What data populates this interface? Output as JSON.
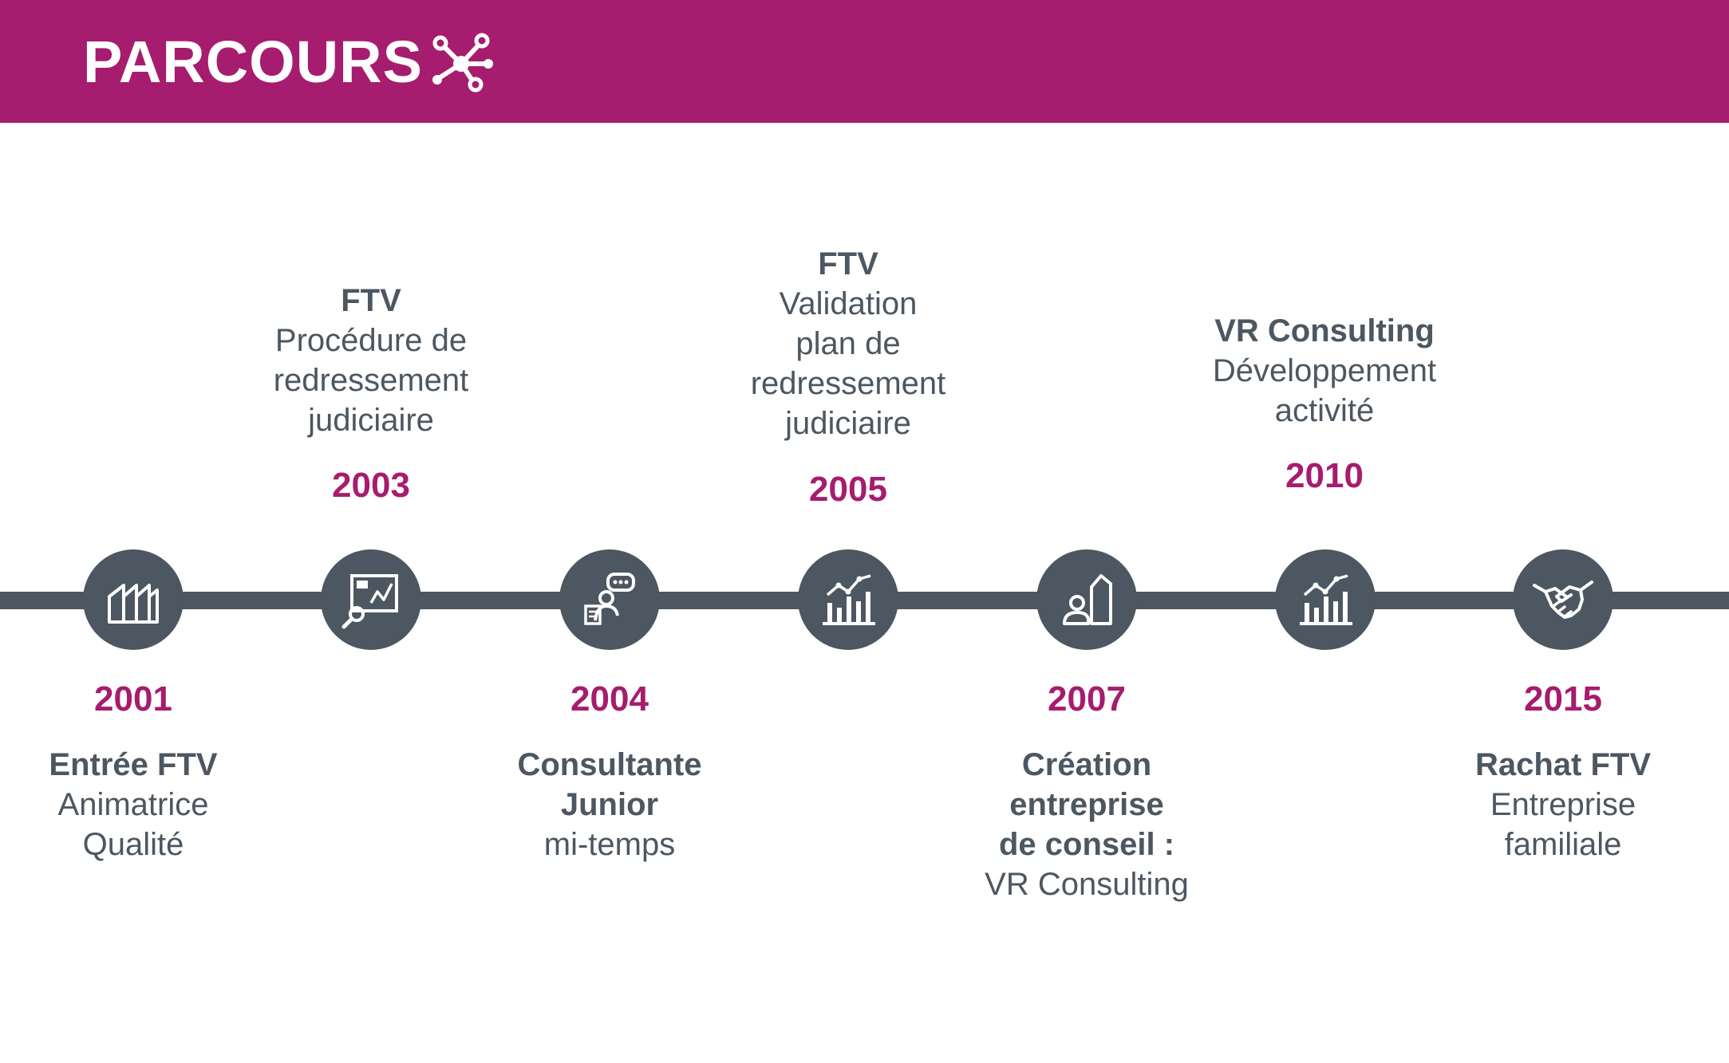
{
  "header": {
    "title": "PARCOURS",
    "icon": "network-icon",
    "background": "#a61c6e"
  },
  "colors": {
    "accent": "#a61c6e",
    "line": "#4d5761",
    "text": "#4d5761"
  },
  "events": [
    {
      "year": "2001",
      "position": "below",
      "icon": "factory-icon",
      "bold_lines": [
        "Entrée FTV"
      ],
      "normal_lines": [
        "Animatrice",
        "Qualité"
      ]
    },
    {
      "year": "2003",
      "position": "above",
      "icon": "chart-analysis-icon",
      "bold_lines": [
        "FTV"
      ],
      "normal_lines": [
        "Procédure de",
        "redressement",
        "judiciaire"
      ]
    },
    {
      "year": "2004",
      "position": "below",
      "icon": "consultant-icon",
      "bold_lines": [
        "Consultante",
        "Junior"
      ],
      "normal_lines": [
        "mi-temps"
      ]
    },
    {
      "year": "2005",
      "position": "above",
      "icon": "bar-chart-growth-icon",
      "bold_lines": [
        "FTV"
      ],
      "normal_lines": [
        "Validation",
        "plan de",
        "redressement",
        "judiciaire"
      ]
    },
    {
      "year": "2007",
      "position": "below",
      "icon": "person-building-icon",
      "bold_lines": [
        "Création",
        "entreprise",
        "de conseil :"
      ],
      "normal_lines": [
        "VR Consulting"
      ]
    },
    {
      "year": "2010",
      "position": "above",
      "icon": "bar-chart-growth-icon",
      "bold_lines": [
        "VR Consulting"
      ],
      "normal_lines": [
        "Développement",
        "activité"
      ]
    },
    {
      "year": "2015",
      "position": "below",
      "icon": "handshake-icon",
      "bold_lines": [
        "Rachat FTV"
      ],
      "normal_lines": [
        "Entreprise",
        "familiale"
      ]
    }
  ]
}
